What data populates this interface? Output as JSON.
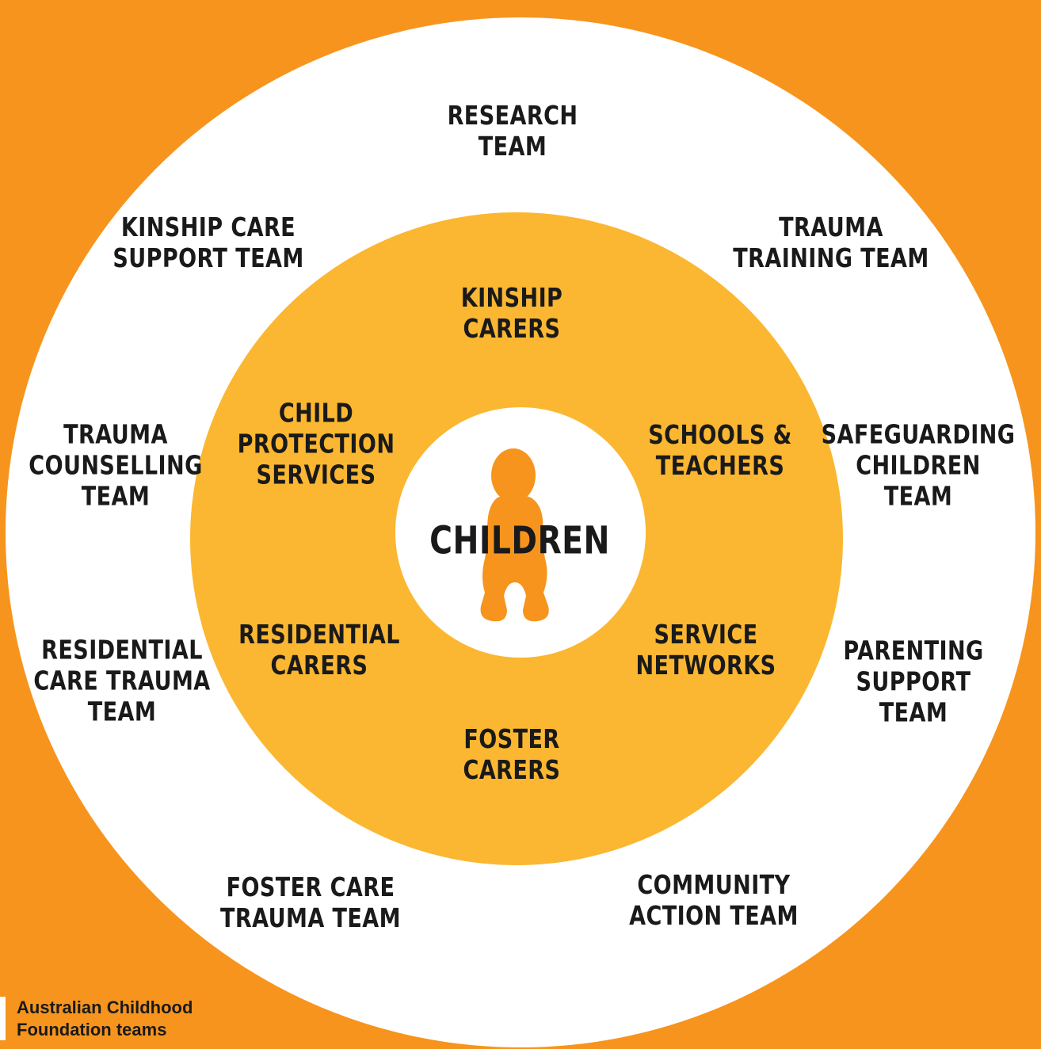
{
  "colors": {
    "background": "#F7941D",
    "outer_ring": "#FFFFFF",
    "inner_ring": "#FBB731",
    "center": "#FFFFFF",
    "child_silhouette": "#F7941D",
    "text": "#1A1A1A"
  },
  "outer_ring": {
    "research": [
      "Research",
      "Team"
    ],
    "trauma_training": [
      "Trauma",
      "Training Team"
    ],
    "safeguarding_children": [
      "Safeguarding",
      "Children",
      "Team"
    ],
    "parenting_support": [
      "Parenting",
      "Support",
      "Team"
    ],
    "community_action": [
      "Community",
      "Action Team"
    ],
    "foster_care_trauma": [
      "Foster Care",
      "Trauma Team"
    ],
    "residential_care_trauma": [
      "Residential",
      "Care Trauma",
      "Team"
    ],
    "trauma_counselling": [
      "Trauma",
      "Counselling",
      "Team"
    ],
    "kinship_care_support": [
      "Kinship Care",
      "Support Team"
    ]
  },
  "inner_ring": {
    "kinship_carers": [
      "Kinship",
      "Carers"
    ],
    "schools_teachers": [
      "Schools &",
      "Teachers"
    ],
    "service_networks": [
      "Service",
      "Networks"
    ],
    "foster_carers": [
      "Foster",
      "Carers"
    ],
    "residential_carers": [
      "Residential",
      "Carers"
    ],
    "child_protection_services": [
      "Child",
      "Protection",
      "Services"
    ]
  },
  "center": {
    "label": "Children",
    "icon": "child-silhouette-icon"
  },
  "legend": {
    "text": "Australian Childhood Foundation teams"
  }
}
